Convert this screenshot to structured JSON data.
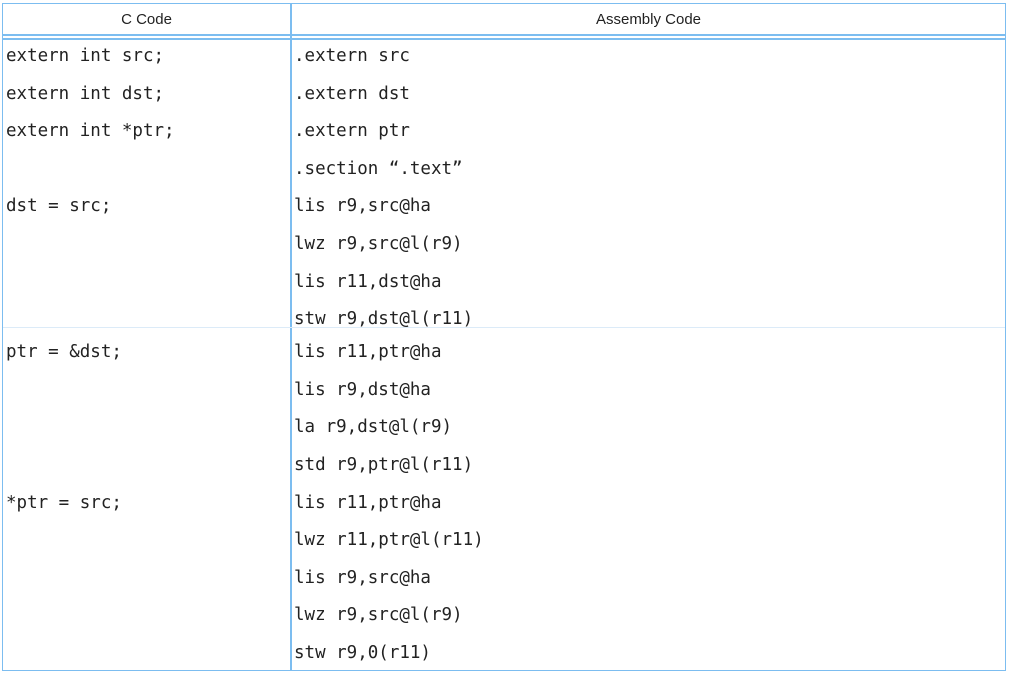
{
  "table": {
    "headers": [
      "C Code",
      "Assembly Code"
    ],
    "rows": [
      {
        "c": "extern int src;",
        "asm": ".extern src"
      },
      {
        "c": "extern int dst;",
        "asm": ".extern dst"
      },
      {
        "c": "extern int *ptr;",
        "asm": ".extern ptr"
      },
      {
        "c": "",
        "asm": ".section “.text”"
      },
      {
        "c": "dst = src;",
        "asm": "lis r9,src@ha"
      },
      {
        "c": "",
        "asm": "lwz r9,src@l(r9)"
      },
      {
        "c": "",
        "asm": "lis r11,dst@ha"
      },
      {
        "c": "",
        "asm": "stw r9,dst@l(r11)"
      },
      {
        "c": "ptr = &dst;",
        "asm": "lis r11,ptr@ha"
      },
      {
        "c": "",
        "asm": "lis r9,dst@ha"
      },
      {
        "c": "",
        "asm": "la r9,dst@l(r9)"
      },
      {
        "c": "",
        "asm": "std r9,ptr@l(r11)"
      },
      {
        "c": "*ptr = src;",
        "asm": "lis r11,ptr@ha"
      },
      {
        "c": "",
        "asm": "lwz r11,ptr@l(r11)"
      },
      {
        "c": "",
        "asm": "lis r9,src@ha"
      },
      {
        "c": "",
        "asm": "lwz r9,src@l(r9)"
      },
      {
        "c": "",
        "asm": "stw r9,0(r11)"
      }
    ]
  },
  "colors": {
    "border": "#7cbdf0"
  }
}
